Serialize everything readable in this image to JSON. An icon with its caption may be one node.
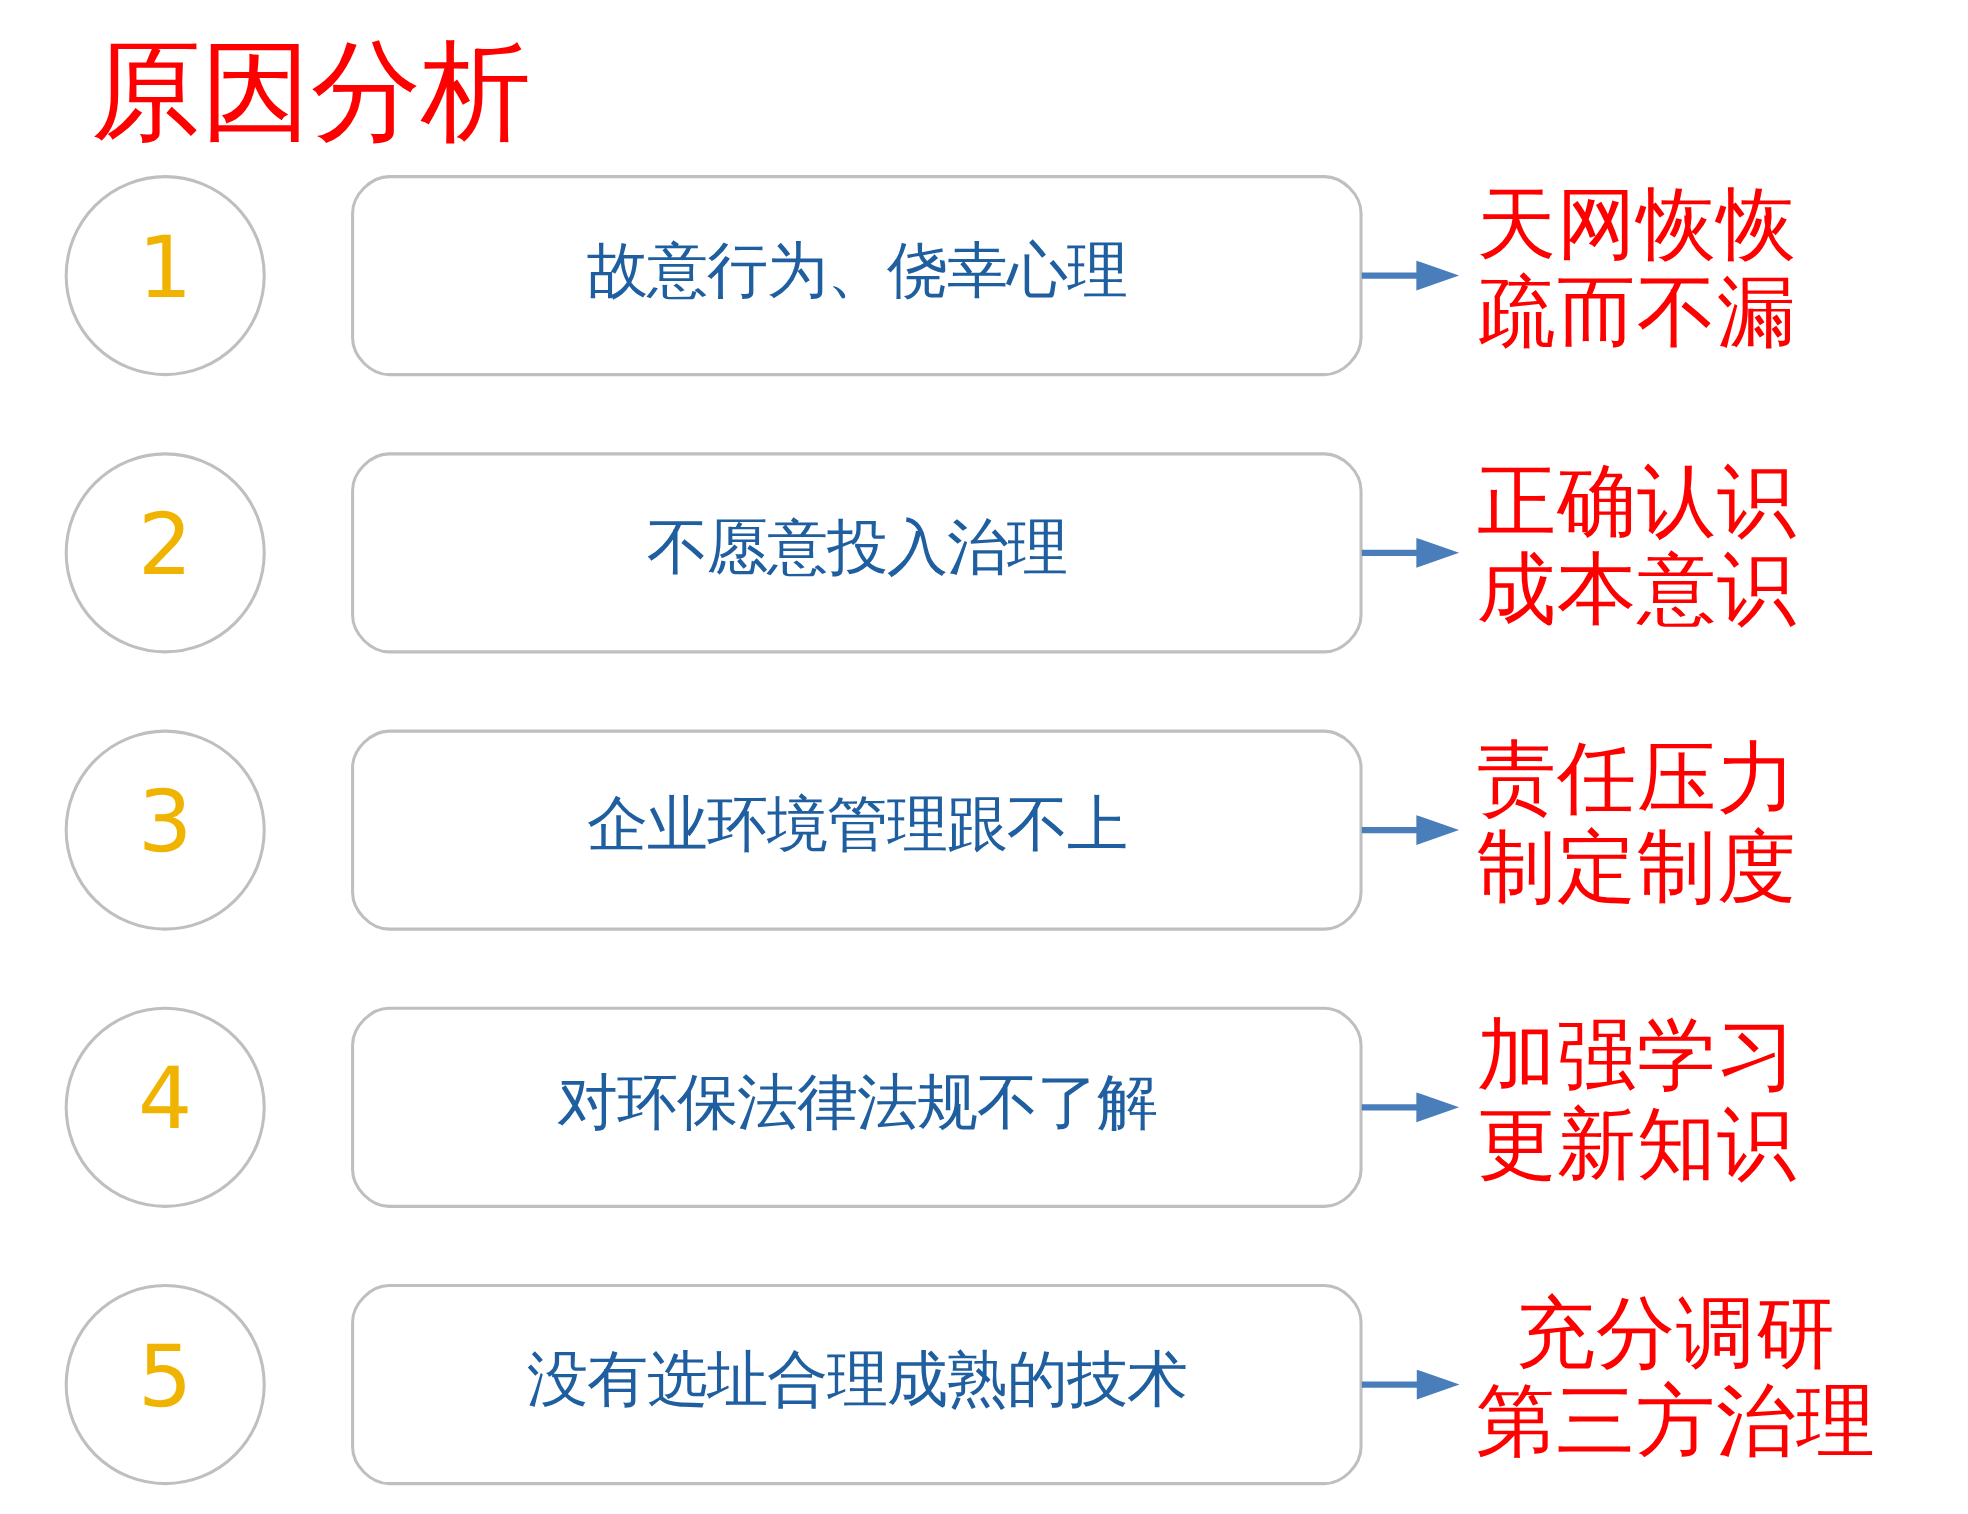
{
  "diagram": {
    "title": "原因分析",
    "nodes": [
      {
        "text": [
          "1"
        ]
      },
      {
        "text": [
          "故意行为、侥幸心理"
        ]
      },
      {
        "text": [
          "天网恢恢",
          "疏而不漏"
        ]
      },
      {
        "text": [
          "2"
        ]
      },
      {
        "text": [
          "不愿意投入治理"
        ]
      },
      {
        "text": [
          "正确认识",
          "成本意识"
        ]
      },
      {
        "text": [
          "3"
        ]
      },
      {
        "text": [
          "企业环境管理跟不上"
        ]
      },
      {
        "text": [
          "责任压力",
          "制定制度"
        ]
      },
      {
        "text": [
          "4"
        ]
      },
      {
        "text": [
          "对环保法律法规不了解"
        ]
      },
      {
        "text": [
          "加强学习",
          "更新知识"
        ]
      },
      {
        "text": [
          "5"
        ]
      },
      {
        "text": [
          "没有选址合理成熟的技术"
        ]
      },
      {
        "text": [
          "充分调研",
          "第三方治理"
        ]
      }
    ],
    "edges": [
      {
        "from": 1,
        "to": 2,
        "arrow": "to"
      },
      {
        "from": 4,
        "to": 5,
        "arrow": "to"
      },
      {
        "from": 7,
        "to": 8,
        "arrow": "to"
      },
      {
        "from": 10,
        "to": 11,
        "arrow": "to"
      },
      {
        "from": 13,
        "to": 14,
        "arrow": "to"
      }
    ]
  }
}
